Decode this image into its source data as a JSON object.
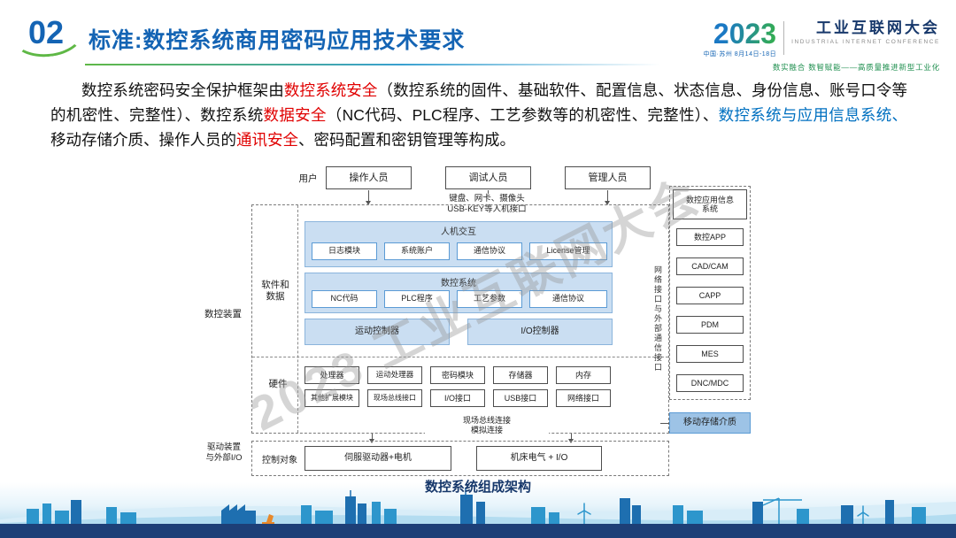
{
  "palette": {
    "title_blue": "#1464b4",
    "accent_green": "#5fb846",
    "emphasis_red": "#e00000",
    "emphasis_blue": "#0070c0",
    "panel_blue": "#cadef2",
    "navy": "#17386b"
  },
  "header": {
    "number": "02",
    "title": "标准:数控系统商用密码应用技术要求",
    "logo": {
      "year": "2023",
      "year_sub": "中国·苏州  8月14日-18日",
      "name": "工业互联网大会",
      "name_sub": "INDUSTRIAL INTERNET CONFERENCE",
      "tagline": "数实融合  数智赋能——高质量推进新型工业化"
    }
  },
  "body": {
    "seg1": "数控系统密码安全保护框架由",
    "seg2": "数控系统安全",
    "seg3": "（数控系统的固件、基础软件、配置信息、状态信息、身份信息、账号口令等的机密性、完整性）、数控系统",
    "seg4": "数据安全",
    "seg5": "（NC代码、PLC程序、工艺参数等的机密性、完整性）、",
    "seg6": "数控系统与应用信息系统、",
    "seg7": "移动存储介质、操作人员的",
    "seg8": "通讯安全",
    "seg9": "、密码配置和密钥管理等构成。"
  },
  "diagram": {
    "user_label": "用户",
    "users": [
      "操作人员",
      "调试人员",
      "管理人员"
    ],
    "hmi_note": "键盘、网卡、摄像头\nUSB-KEY等人机接口",
    "device_label": "数控装置",
    "software_label": "软件和\n数据",
    "hardware_label": "硬件",
    "hmi_panel_title": "人机交互",
    "hmi_boxes": [
      "日志模块",
      "系统账户",
      "通信协议",
      "License管理"
    ],
    "cnc_panel_title": "数控系统",
    "cnc_boxes": [
      "NC代码",
      "PLC程序",
      "工艺参数",
      "通信协议"
    ],
    "motion_controller": "运动控制器",
    "io_controller": "I/O控制器",
    "hw_row1": [
      "处理器",
      "运动处理器",
      "密码模块",
      "存储器",
      "内存"
    ],
    "hw_row2": [
      "其他扩展模块",
      "现场总线接口",
      "I/O接口",
      "USB接口",
      "网络接口"
    ],
    "bus_note": "现场总线连接\n模拟连接",
    "drive_label": "驱动装置\n与外部I/O",
    "control_label": "控制对象",
    "servo_box": "伺服驱动器+电机",
    "machine_box": "机床电气 + I/O",
    "network_note": "网络接口与外部通信接口",
    "right_panel": {
      "title": "数控应用信息\n系统",
      "items": [
        "数控APP",
        "CAD/CAM",
        "CAPP",
        "PDM",
        "MES",
        "DNC/MDC"
      ],
      "mobile_storage": "移动存储介质"
    },
    "caption": "数控系统组成架构"
  },
  "watermark": "2023 工业互联网大会"
}
